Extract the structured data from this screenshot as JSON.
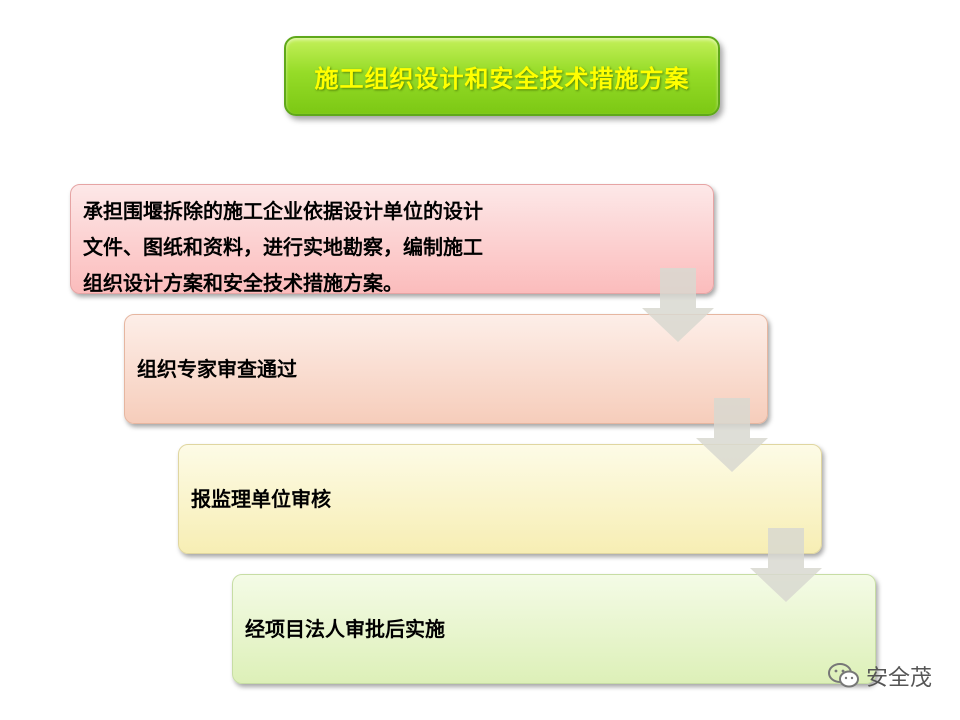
{
  "title": "施工组织设计和安全技术措施方案",
  "steps": [
    {
      "lines": [
        "承担围堰拆除的施工企业依据设计单位的设计",
        "文件、图纸和资料，进行实地勘察，编制施工",
        "组织设计方案和安全技术措施方案。"
      ]
    },
    {
      "lines": [
        "组织专家审查通过"
      ]
    },
    {
      "lines": [
        "报监理单位审核"
      ]
    },
    {
      "lines": [
        "经项目法人审批后实施"
      ]
    }
  ],
  "watermark": {
    "icon": "wechat-icon",
    "text": "安全茂"
  },
  "colors": {
    "title_fill": "#96dc28",
    "title_text": "#ffff00",
    "step1_fill": "#fbbcbc",
    "step2_fill": "#f6cdbb",
    "step3_fill": "#f7eeb4",
    "step4_fill": "#ddf0b8",
    "arrow": "#d8d8d0"
  }
}
